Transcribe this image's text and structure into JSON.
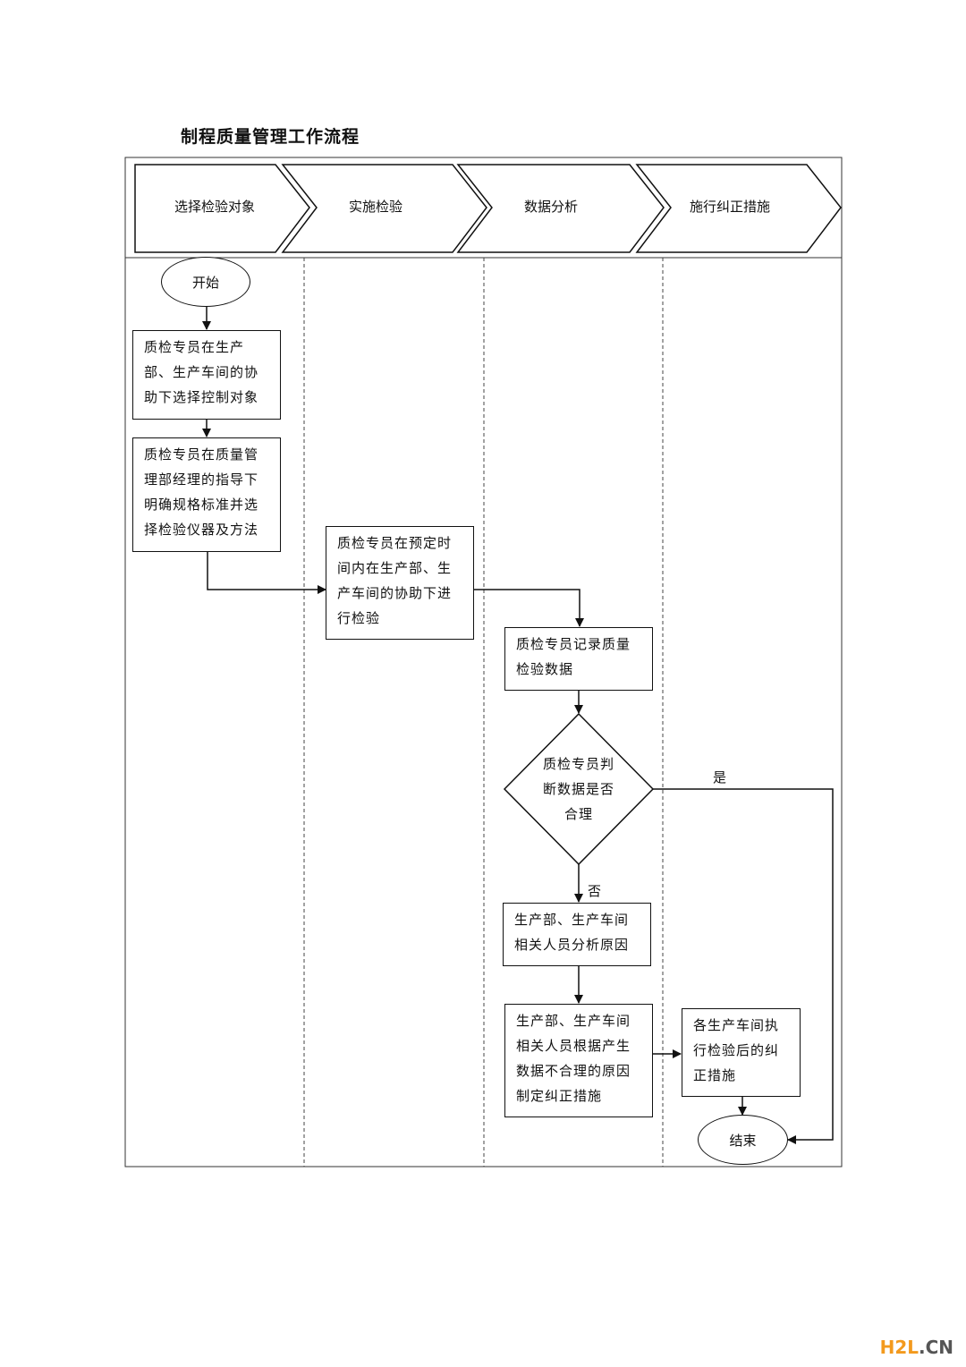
{
  "title": "制程质量管理工作流程",
  "phases": [
    "选择检验对象",
    "实施检验",
    "数据分析",
    "施行纠正措施"
  ],
  "nodes": {
    "start": "开始",
    "step1": "质检专员在生产部、生产车间的协助下选择控制对象",
    "step2": "质检专员在质量管理部经理的指导下明确规格标准并选择检验仪器及方法",
    "step3": "质检专员在预定时间内在生产部、生产车间的协助下进行检验",
    "step4": "质检专员记录质量检验数据",
    "decision": "质检专员判断数据是否合理",
    "step5": "生产部、生产车间相关人员分析原因",
    "step6": "生产部、生产车间相关人员根据产生数据不合理的原因制定纠正措施",
    "step7": "各生产车间执行检验后的纠正措施",
    "end": "结束"
  },
  "edge_labels": {
    "yes": "是",
    "no": "否"
  },
  "watermark": {
    "brand": "H2L",
    "suffix": ".CN"
  }
}
